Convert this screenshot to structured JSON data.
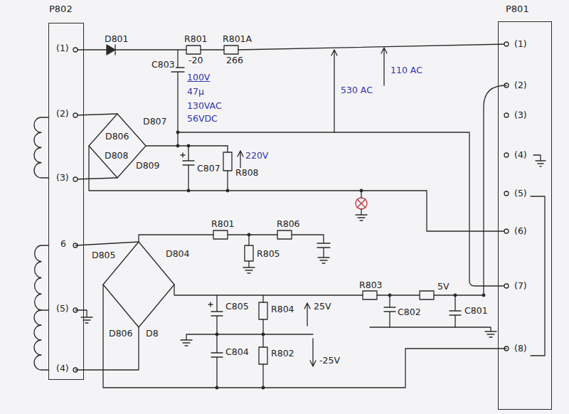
{
  "diagram": {
    "nodes": [
      {
        "text": [
          "P802",
          "(1)",
          "(2)",
          "(3)",
          "6",
          "(5)",
          "(4)"
        ]
      },
      {
        "text": [
          "P801",
          "(1)",
          "(2)",
          "(3)",
          "(4)",
          "(5)",
          "(6)",
          "(7)",
          "(8)"
        ]
      }
    ],
    "labels": [
      "D801",
      "R801",
      "R801A",
      "-20",
      "266",
      "C803",
      "100V",
      "47µ",
      "130VAC",
      "56VDC",
      "D807",
      "D806",
      "D808",
      "D809",
      "C807",
      "R808",
      "220V",
      "530 AC",
      "110 AC",
      "R801",
      "R806",
      "R805",
      "D804",
      "D805",
      "D806",
      "D8",
      "R803",
      "5V",
      "C801",
      "C802",
      "C805",
      "R804",
      "25V",
      "C804",
      "R802",
      "-25V"
    ]
  }
}
